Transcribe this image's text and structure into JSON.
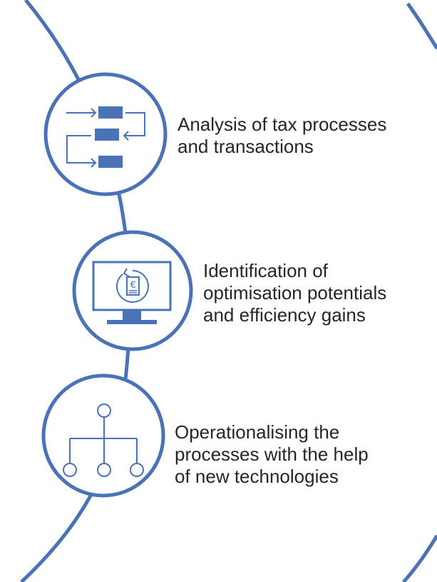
{
  "colors": {
    "stroke": "#4a72b8",
    "fill": "#4a72b8",
    "background": "#ffffff",
    "text": "#262626"
  },
  "steps": [
    {
      "icon": "process-flow-icon",
      "lines": [
        "Analysis of tax processes",
        "and transactions"
      ]
    },
    {
      "icon": "monitor-euro-document-icon",
      "lines": [
        "Identification of",
        "optimisation potentials",
        "and efficiency gains"
      ]
    },
    {
      "icon": "hierarchy-network-icon",
      "lines": [
        "Operationalising the",
        "processes with the help",
        "of new technologies"
      ]
    }
  ]
}
